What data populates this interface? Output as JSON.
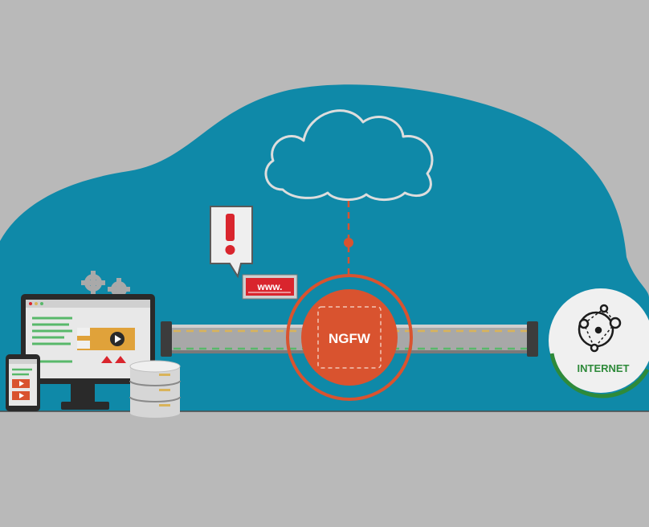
{
  "labels": {
    "firewall": "NGFW",
    "url": "www.",
    "alert_mark": "!",
    "internet": "INTERNET"
  },
  "colors": {
    "background": "#b9b9b9",
    "blob": "#0f89a8",
    "firewall": "#d9532f",
    "alert": "#d9252d",
    "internet_text": "#2e8a3a",
    "pipe": "#a6a6a6",
    "cloud_outline": "#dddddd"
  },
  "icons": {
    "cloud": "cloud-outline-icon",
    "alert": "warning-exclamation-icon",
    "gears": "gears-icon",
    "desktop": "desktop-monitor-icon",
    "tablet": "tablet-icon",
    "database": "database-icon",
    "network": "network-globe-icon"
  }
}
